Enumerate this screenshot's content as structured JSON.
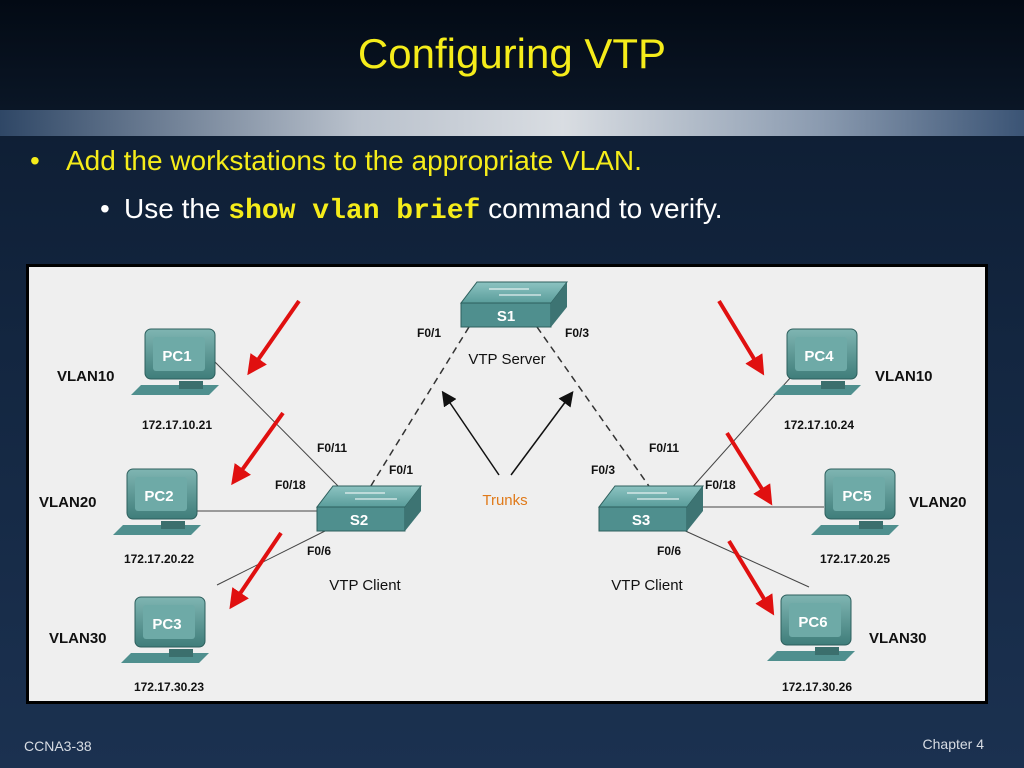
{
  "slide": {
    "title": "Configuring VTP",
    "bullet1": "Add the workstations to the appropriate VLAN.",
    "bullet2_pre": "Use the ",
    "bullet2_cmd": "show vlan brief",
    "bullet2_post": " command to verify.",
    "footer_left": "CCNA3-38",
    "footer_right": "Chapter 4"
  },
  "diagram": {
    "s1": {
      "label": "S1",
      "role": "VTP Server",
      "port_left": "F0/1",
      "port_right": "F0/3"
    },
    "s2": {
      "label": "S2",
      "role": "VTP Client",
      "port_uplink": "F0/1",
      "port_pc1": "F0/11",
      "port_pc2": "F0/18",
      "port_pc3": "F0/6"
    },
    "s3": {
      "label": "S3",
      "role": "VTP Client",
      "port_uplink": "F0/3",
      "port_pc4": "F0/11",
      "port_pc5": "F0/18",
      "port_pc6": "F0/6"
    },
    "trunks_label": "Trunks",
    "pcs": [
      {
        "label": "PC1",
        "vlan": "VLAN10",
        "ip": "172.17.10.21"
      },
      {
        "label": "PC2",
        "vlan": "VLAN20",
        "ip": "172.17.20.22"
      },
      {
        "label": "PC3",
        "vlan": "VLAN30",
        "ip": "172.17.30.23"
      },
      {
        "label": "PC4",
        "vlan": "VLAN10",
        "ip": "172.17.10.24"
      },
      {
        "label": "PC5",
        "vlan": "VLAN20",
        "ip": "172.17.20.25"
      },
      {
        "label": "PC6",
        "vlan": "VLAN30",
        "ip": "172.17.30.26"
      }
    ],
    "colors": {
      "arrow": "#e01010",
      "pc": "#5e9d9a",
      "switch": "#4f8f8e",
      "trunks": "#e07a1a"
    }
  }
}
